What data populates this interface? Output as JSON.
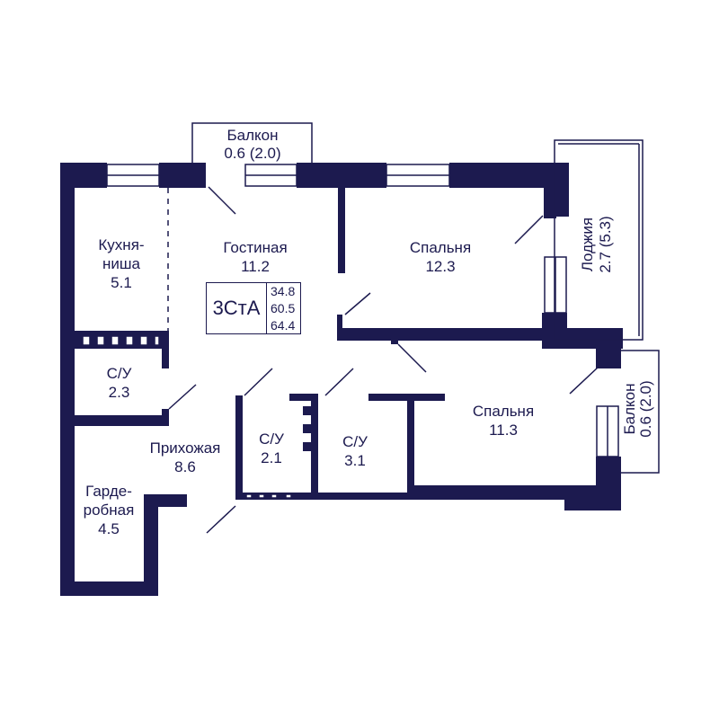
{
  "apartment": {
    "type_code": "3СтА",
    "areas": [
      "34.8",
      "60.5",
      "64.4"
    ]
  },
  "rooms": {
    "balcony_top": {
      "name": "Балкон",
      "area": "0.6 (2.0)"
    },
    "kitchen": {
      "name_line1": "Кухня-",
      "name_line2": "ниша",
      "area": "5.1"
    },
    "living": {
      "name": "Гостиная",
      "area": "11.2"
    },
    "bedroom_1": {
      "name": "Спальня",
      "area": "12.3"
    },
    "loggia": {
      "name": "Лоджия",
      "area": "2.7 (5.3)"
    },
    "bath_1": {
      "name": "С/У",
      "area": "2.3"
    },
    "bath_2": {
      "name": "С/У",
      "area": "2.1"
    },
    "bath_3": {
      "name": "С/У",
      "area": "3.1"
    },
    "bedroom_2": {
      "name": "Спальня",
      "area": "11.3"
    },
    "balcony_right": {
      "name": "Балкон",
      "area": "0.6 (2.0)"
    },
    "hallway": {
      "name": "Прихожая",
      "area": "8.6"
    },
    "wardrobe": {
      "name_line1": "Гарде-",
      "name_line2": "робная",
      "area": "4.5"
    }
  },
  "colors": {
    "wall": "#1c1a4f",
    "background": "#ffffff"
  }
}
